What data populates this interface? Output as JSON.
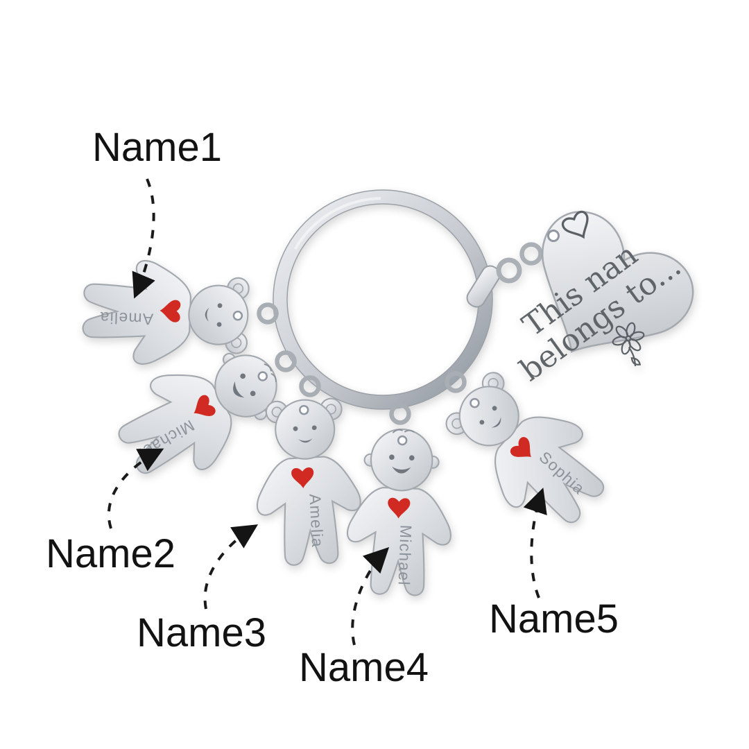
{
  "heart_pendant": {
    "engraving_line1": "This nan",
    "engraving_line2": "belongs to...",
    "icons": [
      "heart-outline-icon",
      "flower-doodle-icon"
    ]
  },
  "charms": [
    {
      "name": "Amelia",
      "type": "girl"
    },
    {
      "name": "Michael",
      "type": "boy"
    },
    {
      "name": "Amelia",
      "type": "girl"
    },
    {
      "name": "Michael",
      "type": "boy"
    },
    {
      "name": "Sophia",
      "type": "girl"
    }
  ],
  "annotation_labels": [
    {
      "text": "Name1",
      "points_to": "charm-1"
    },
    {
      "text": "Name2",
      "points_to": "charm-2"
    },
    {
      "text": "Name3",
      "points_to": "charm-3"
    },
    {
      "text": "Name4",
      "points_to": "charm-4"
    },
    {
      "text": "Name5",
      "points_to": "charm-5"
    }
  ],
  "colors": {
    "background": "#ffffff",
    "label_text": "#121212",
    "arrow": "#1a1a1a",
    "engraving_gray": "#5f6569",
    "charm_name_gray": "#8d939a",
    "heart_red": "#d02a23",
    "metal_light": "#f6f7f9",
    "metal_mid": "#d8dbdf",
    "metal_dark": "#9aa0a6"
  }
}
